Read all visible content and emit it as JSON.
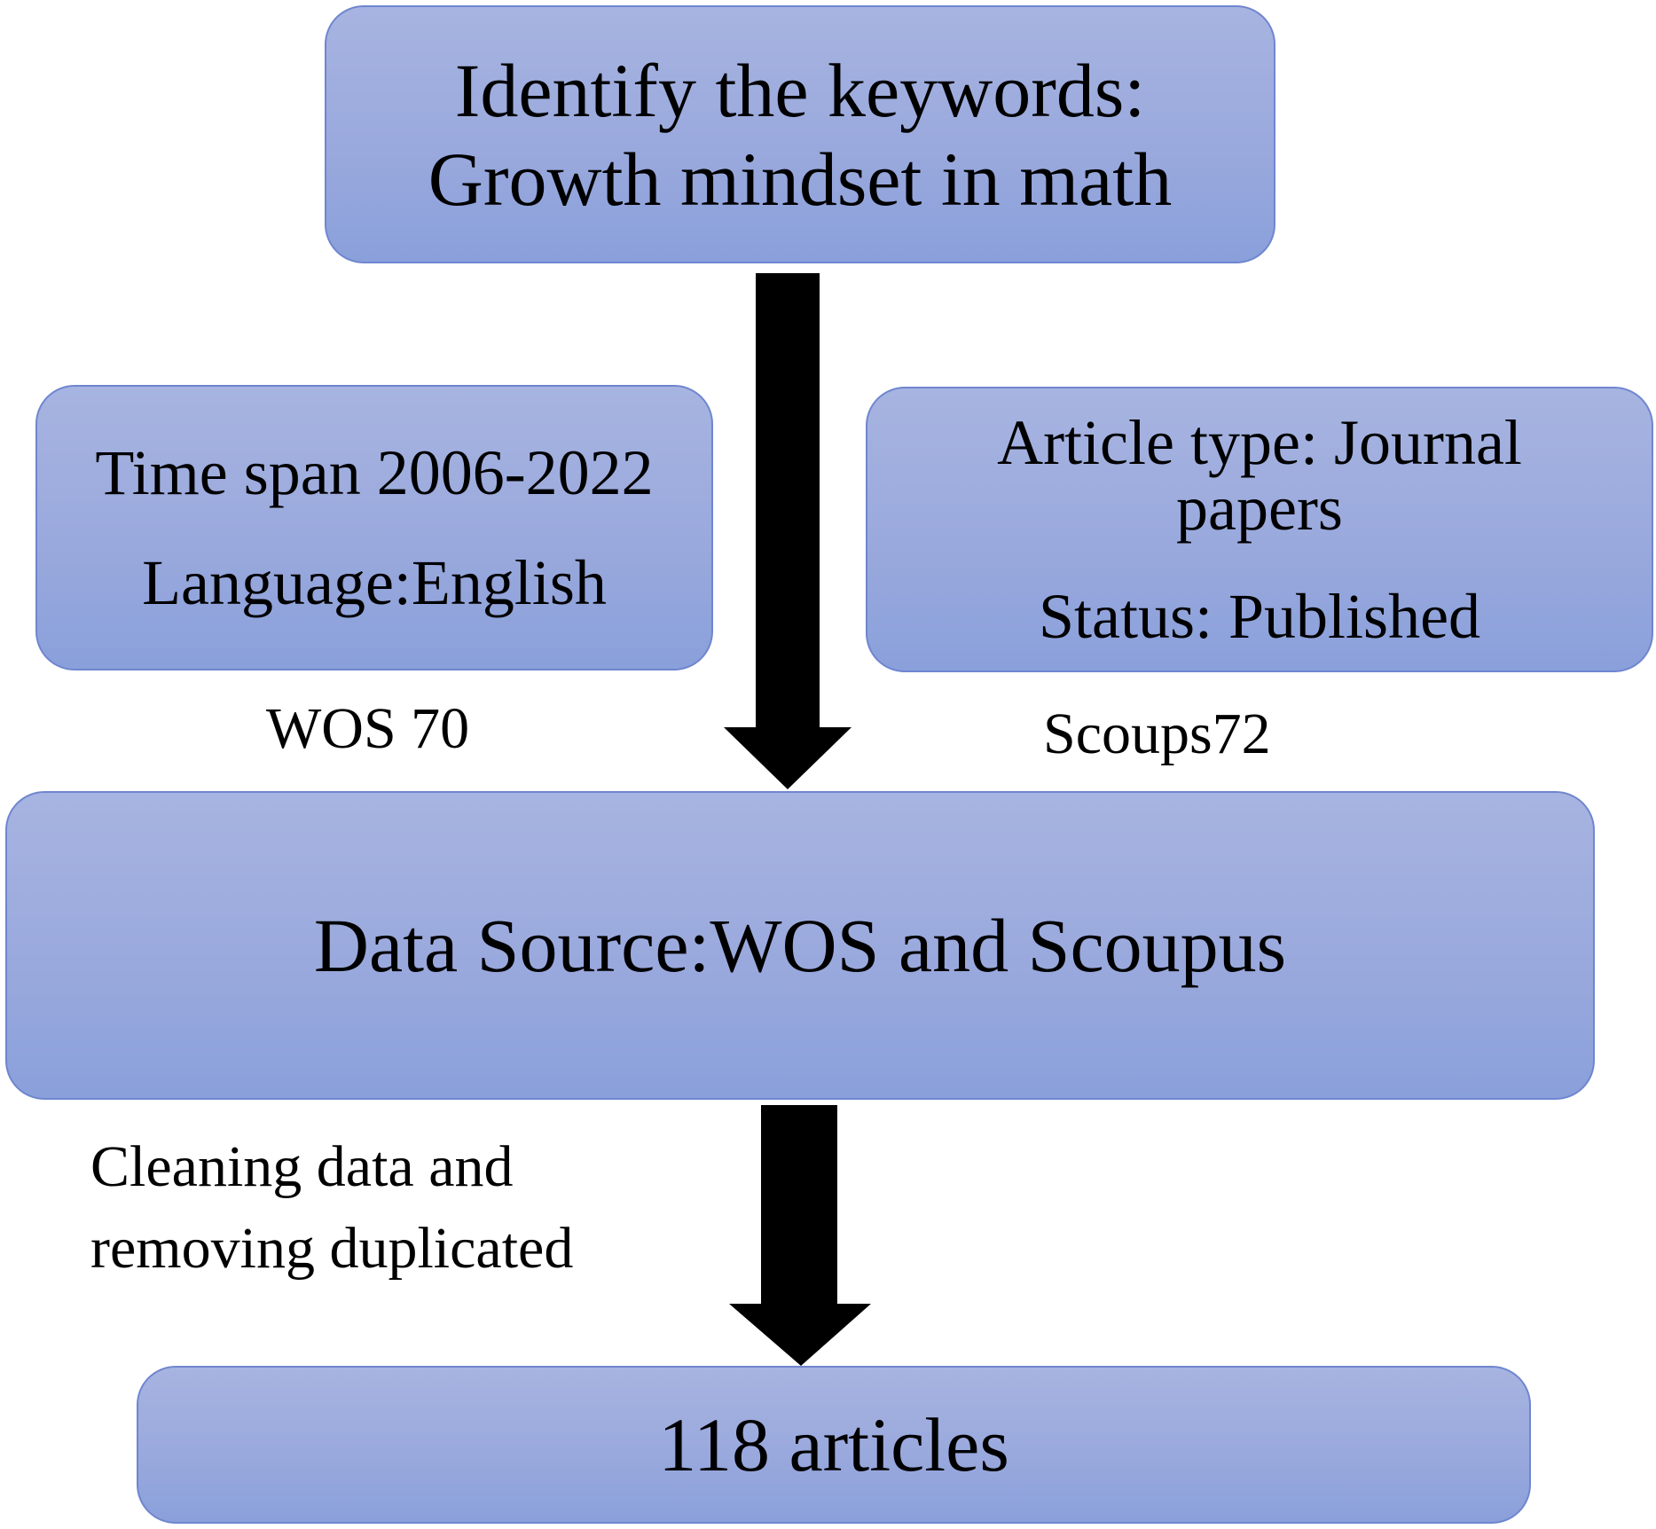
{
  "diagram": {
    "keywords_box": {
      "line1": "Identify the keywords:",
      "line2": "Growth mindset in math"
    },
    "time_language_box": {
      "time_span": "Time span 2006-2022",
      "language": "Language:English"
    },
    "article_status_box": {
      "article_type_line1": "Article type: Journal",
      "article_type_line2": "papers",
      "status": "Status: Published"
    },
    "wos_count_label": "WOS 70",
    "scopus_count_label": "Scoups72",
    "data_source_box": "Data Source:WOS and Scoupus",
    "cleaning_label": {
      "line1": "Cleaning data and",
      "line2": "removing duplicated"
    },
    "result_box": "118 articles",
    "colors": {
      "box_fill_top": "#a7b4e1",
      "box_fill_bottom": "#8aa0db",
      "box_border": "#6f86cf",
      "arrow": "#000000"
    }
  }
}
